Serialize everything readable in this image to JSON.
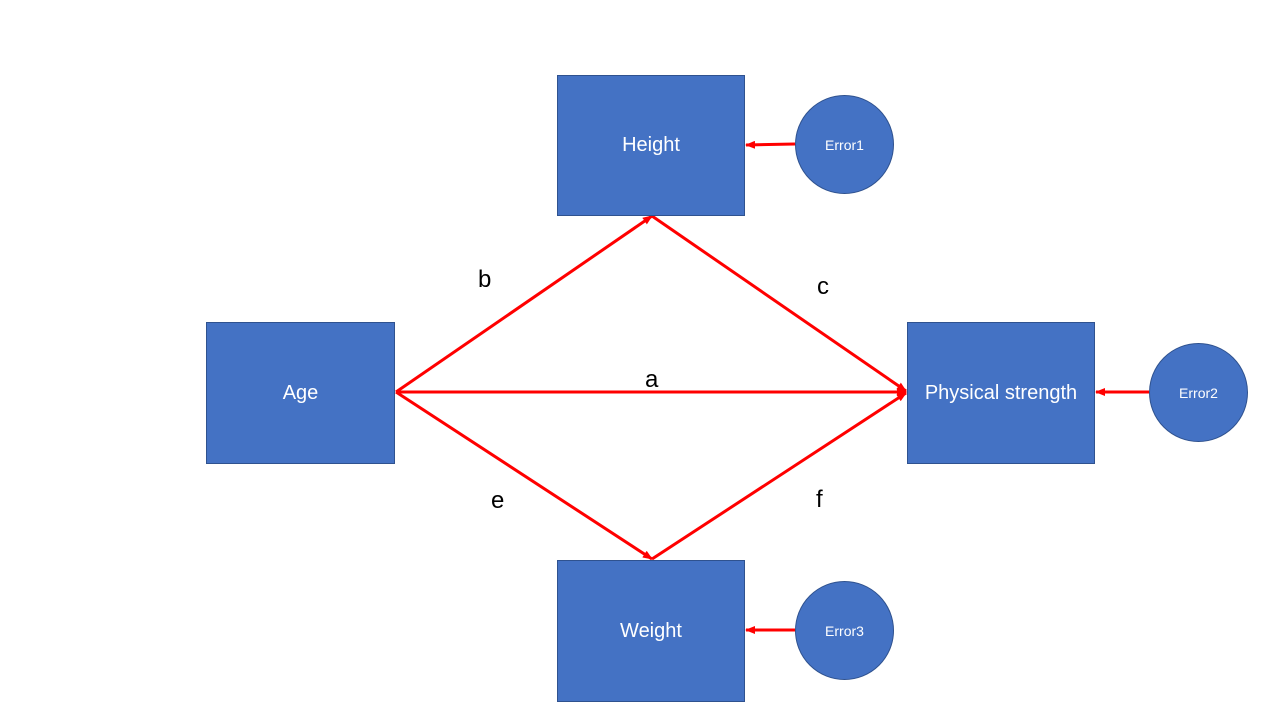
{
  "colors": {
    "node_fill": "#4472c4",
    "node_border": "#2f528f",
    "node_text": "#ffffff",
    "arrow": "#ff0000",
    "label_text": "#000000"
  },
  "nodes": {
    "height": "Height",
    "age": "Age",
    "physical_strength": "Physical strength",
    "weight": "Weight"
  },
  "errors": {
    "error1": "Error1",
    "error2": "Error2",
    "error3": "Error3"
  },
  "paths": {
    "a": "a",
    "b": "b",
    "c": "c",
    "e": "e",
    "f": "f"
  },
  "edges": [
    {
      "from": "Age",
      "to": "Height",
      "label": "b"
    },
    {
      "from": "Height",
      "to": "Physical strength",
      "label": "c"
    },
    {
      "from": "Age",
      "to": "Physical strength",
      "label": "a"
    },
    {
      "from": "Age",
      "to": "Weight",
      "label": "e"
    },
    {
      "from": "Weight",
      "to": "Physical strength",
      "label": "f"
    },
    {
      "from": "Error1",
      "to": "Height",
      "label": ""
    },
    {
      "from": "Error2",
      "to": "Physical strength",
      "label": ""
    },
    {
      "from": "Error3",
      "to": "Weight",
      "label": ""
    }
  ]
}
